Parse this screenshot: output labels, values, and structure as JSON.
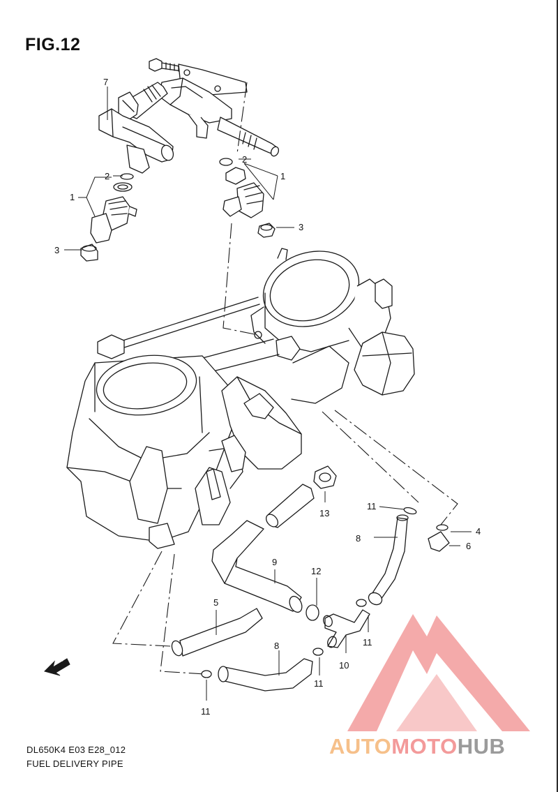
{
  "figure": {
    "title": "FIG.12"
  },
  "footer": {
    "model_code": "DL650K4 E03 E28_012",
    "section_name": "FUEL DELIVERY PIPE"
  },
  "callouts": {
    "c1a": "1",
    "c1b": "1",
    "c2a": "2",
    "c2b": "2",
    "c3a": "3",
    "c3b": "3",
    "c4": "4",
    "c5": "5",
    "c6": "6",
    "c7": "7",
    "c8a": "8",
    "c8b": "8",
    "c9": "9",
    "c10": "10",
    "c11a": "11",
    "c11b": "11",
    "c11c": "11",
    "c11d": "11",
    "c12": "12",
    "c13": "13"
  },
  "watermark": {
    "part1": "AUTO",
    "part2": "MOTO",
    "part3": "HUB",
    "colors": {
      "auto": "#f6c08a",
      "moto": "#f39a9a",
      "hub": "#9b9b9b"
    }
  },
  "icons": {
    "forward_arrow": "fwd-arrow-icon",
    "logo_mark": "triangle-m-logo-icon"
  },
  "fwd_label": "FWD"
}
